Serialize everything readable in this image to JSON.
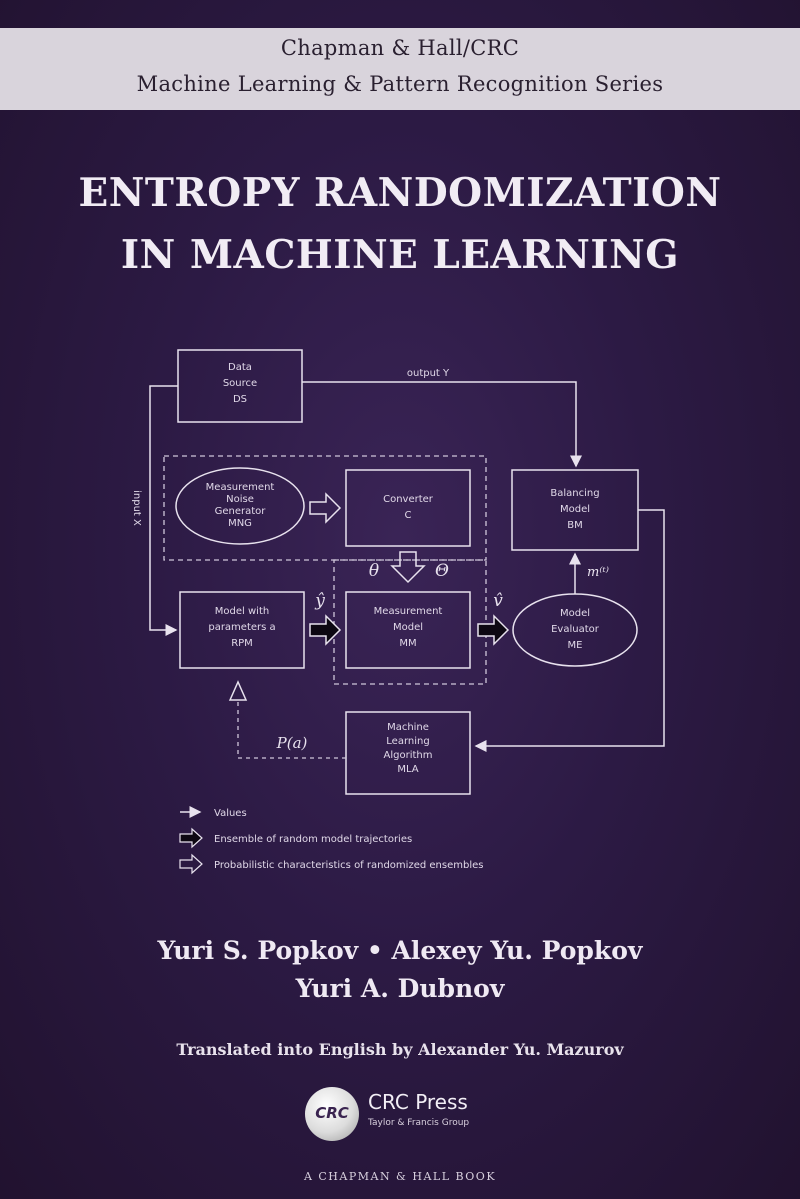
{
  "series": {
    "line1": "Chapman & Hall/CRC",
    "line2": "Machine Learning & Pattern Recognition Series"
  },
  "title": {
    "line1": "ENTROPY RANDOMIZATION",
    "line2": "IN MACHINE LEARNING"
  },
  "diagram": {
    "data_source": [
      "Data",
      "Source",
      "DS"
    ],
    "output_label": "output Y",
    "input_label": "input X",
    "measurement_noise": [
      "Measurement",
      "Noise",
      "Generator",
      "MNG"
    ],
    "converter": [
      "Converter",
      "C"
    ],
    "balancing_model": [
      "Balancing",
      "Model",
      "BM"
    ],
    "model_params": [
      "Model with",
      "parameters a",
      "RPM"
    ],
    "measurement_model": [
      "Measurement",
      "Model",
      "MM"
    ],
    "model_evaluator": [
      "Model",
      "Evaluator",
      "ME"
    ],
    "ml_algorithm": [
      "Machine",
      "Learning",
      "Algorithm",
      "MLA"
    ],
    "sym_y_hat": "ŷ",
    "sym_v_hat": "v̂",
    "sym_theta_left": "θ",
    "sym_theta_right": "Θ",
    "sym_m": "m⁽ᵗ⁾",
    "sym_pa": "P(a)",
    "legend": [
      "Values",
      "Ensemble of random model trajectories",
      "Probabilistic characteristics of randomized ensembles"
    ]
  },
  "authors": {
    "line1": "Yuri S. Popkov • Alexey Yu. Popkov",
    "line2": "Yuri A. Dubnov"
  },
  "translated": "Translated into English by Alexander Yu. Mazurov",
  "publisher": {
    "logo_text": "CRC",
    "name": "CRC Press",
    "group": "Taylor & Francis Group",
    "imprint": "A CHAPMAN & HALL BOOK"
  }
}
